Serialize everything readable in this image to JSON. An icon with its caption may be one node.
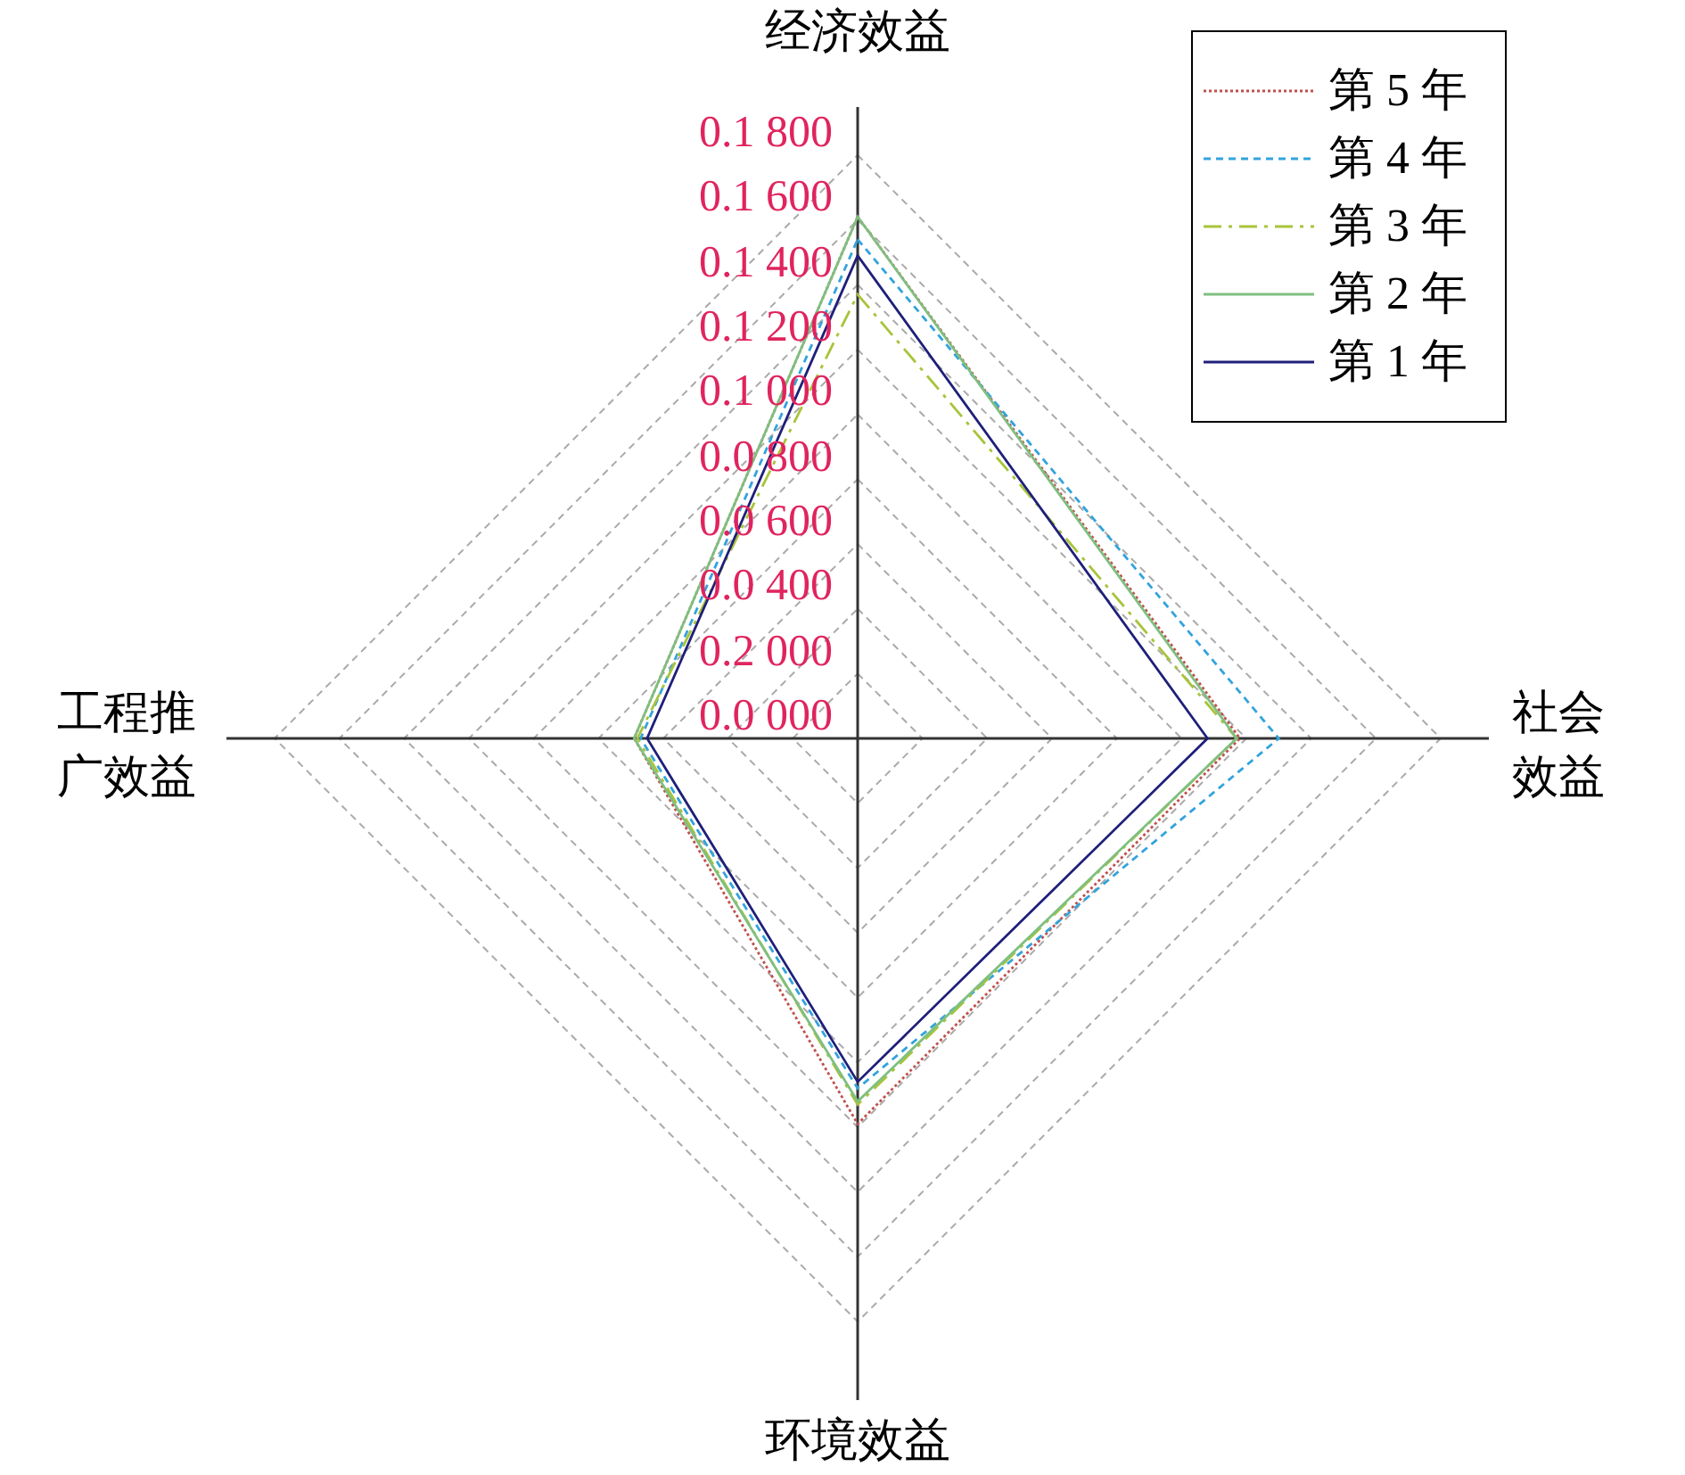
{
  "diagram": {
    "labels": [
      "经济效益",
      "0.1 800",
      "0.1 600",
      "0.1 400",
      "0.1 200",
      "0.1 000",
      "0.0 800",
      "0.0 600",
      "0.0 400",
      "0.2 000",
      "0.0 000",
      "工程推广效益",
      "社会效益",
      "环境效益"
    ],
    "legend": [
      {
        "text": "第 5 年"
      },
      {
        "text": "第 4 年"
      },
      {
        "text": "第 3 年"
      },
      {
        "text": "第 2 年"
      },
      {
        "text": "第 1 年"
      }
    ]
  }
}
